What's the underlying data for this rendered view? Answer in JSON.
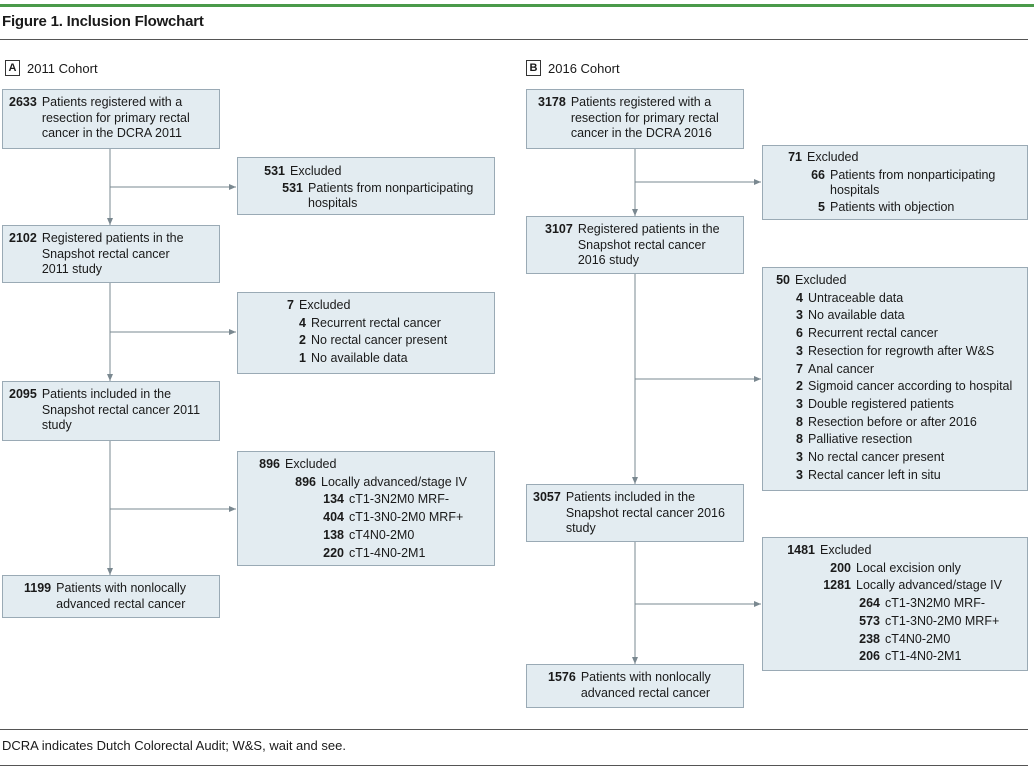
{
  "figure_title": "Figure 1. Inclusion Flowchart",
  "footnote": "DCRA indicates Dutch Colorectal Audit; W&S, wait and see.",
  "panel_a": {
    "letter": "A",
    "label": "2011 Cohort",
    "box1": {
      "num": "2633",
      "text": "Patients registered with a\nresection for primary rectal\ncancer in the DCRA 2011"
    },
    "ex1": {
      "num": "531",
      "label": "Excluded",
      "items": [
        {
          "num": "531",
          "text": "Patients from nonparticipating\nhospitals"
        }
      ]
    },
    "box2": {
      "num": "2102",
      "text": "Registered patients in the\nSnapshot rectal cancer\n2011 study"
    },
    "ex2": {
      "num": "7",
      "label": "Excluded",
      "items": [
        {
          "num": "4",
          "text": "Recurrent rectal cancer"
        },
        {
          "num": "2",
          "text": "No rectal cancer present"
        },
        {
          "num": "1",
          "text": "No available data"
        }
      ]
    },
    "box3": {
      "num": "2095",
      "text": "Patients included in the\nSnapshot rectal cancer 2011\nstudy"
    },
    "ex3": {
      "num": "896",
      "label": "Excluded",
      "items": [
        {
          "num": "896",
          "text": "Locally advanced/stage IV"
        }
      ],
      "subitems": [
        {
          "num": "134",
          "text": "cT1-3N2M0 MRF-"
        },
        {
          "num": "404",
          "text": "cT1-3N0-2M0 MRF+"
        },
        {
          "num": "138",
          "text": "cT4N0-2M0"
        },
        {
          "num": "220",
          "text": "cT1-4N0-2M1"
        }
      ]
    },
    "box4": {
      "num": "1199",
      "text": "Patients with nonlocally\nadvanced rectal cancer"
    }
  },
  "panel_b": {
    "letter": "B",
    "label": "2016 Cohort",
    "box1": {
      "num": "3178",
      "text": "Patients registered with a\nresection for primary rectal\ncancer in the DCRA 2016"
    },
    "ex1": {
      "num": "71",
      "label": "Excluded",
      "items": [
        {
          "num": "66",
          "text": "Patients from nonparticipating\nhospitals"
        },
        {
          "num": "5",
          "text": "Patients with objection"
        }
      ]
    },
    "box2": {
      "num": "3107",
      "text": "Registered patients in the\nSnapshot rectal cancer\n2016 study"
    },
    "ex2": {
      "num": "50",
      "label": "Excluded",
      "items": [
        {
          "num": "4",
          "text": "Untraceable data"
        },
        {
          "num": "3",
          "text": "No available data"
        },
        {
          "num": "6",
          "text": "Recurrent rectal cancer"
        },
        {
          "num": "3",
          "text": "Resection for regrowth after W&S"
        },
        {
          "num": "7",
          "text": "Anal cancer"
        },
        {
          "num": "2",
          "text": "Sigmoid cancer according to hospital"
        },
        {
          "num": "3",
          "text": "Double registered patients"
        },
        {
          "num": "8",
          "text": "Resection before or after 2016"
        },
        {
          "num": "8",
          "text": "Palliative resection"
        },
        {
          "num": "3",
          "text": "No rectal cancer present"
        },
        {
          "num": "3",
          "text": "Rectal cancer left in situ"
        }
      ]
    },
    "box3": {
      "num": "3057",
      "text": "Patients included in the\nSnapshot rectal cancer 2016\nstudy"
    },
    "ex3": {
      "num": "1481",
      "label": "Excluded",
      "items": [
        {
          "num": "200",
          "text": "Local excision only"
        },
        {
          "num": "1281",
          "text": "Locally advanced/stage IV"
        }
      ],
      "subitems": [
        {
          "num": "264",
          "text": "cT1-3N2M0 MRF-"
        },
        {
          "num": "573",
          "text": "cT1-3N0-2M0 MRF+"
        },
        {
          "num": "238",
          "text": "cT4N0-2M0"
        },
        {
          "num": "206",
          "text": "cT1-4N0-2M1"
        }
      ]
    },
    "box4": {
      "num": "1576",
      "text": "Patients with nonlocally\nadvanced rectal cancer"
    }
  }
}
